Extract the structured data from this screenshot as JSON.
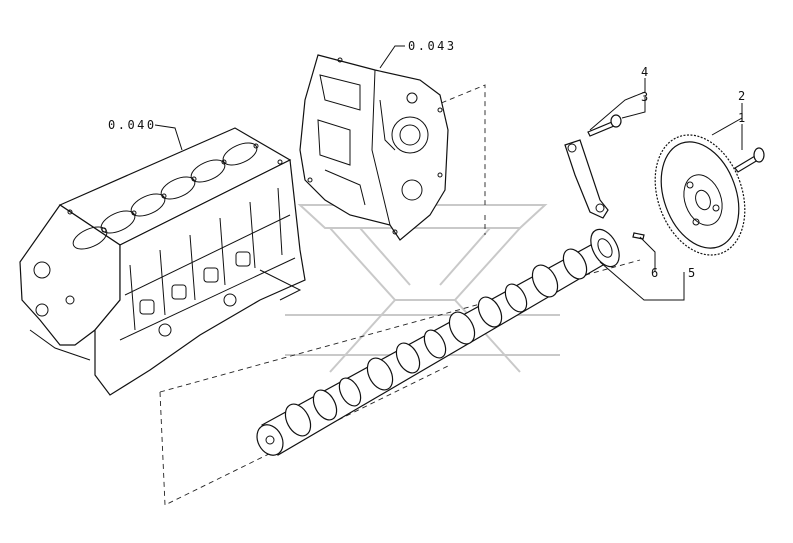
{
  "diagram": {
    "callouts": {
      "block_ref": "0.040",
      "cover_ref": "0.043",
      "item_1": "1",
      "item_2": "2",
      "item_3": "3",
      "item_4": "4",
      "item_5": "5",
      "item_6": "6"
    },
    "parts": [
      {
        "id": "engine-block",
        "ref": "0.040"
      },
      {
        "id": "timing-cover",
        "ref": "0.043"
      },
      {
        "id": "camshaft",
        "ref": "5"
      },
      {
        "id": "camshaft-gear",
        "ref": "2"
      },
      {
        "id": "gear-screw",
        "ref": "1"
      },
      {
        "id": "thrust-plate",
        "ref": "4"
      },
      {
        "id": "thrust-plate-screw",
        "ref": "3"
      },
      {
        "id": "dowel-pin",
        "ref": "6"
      }
    ]
  }
}
